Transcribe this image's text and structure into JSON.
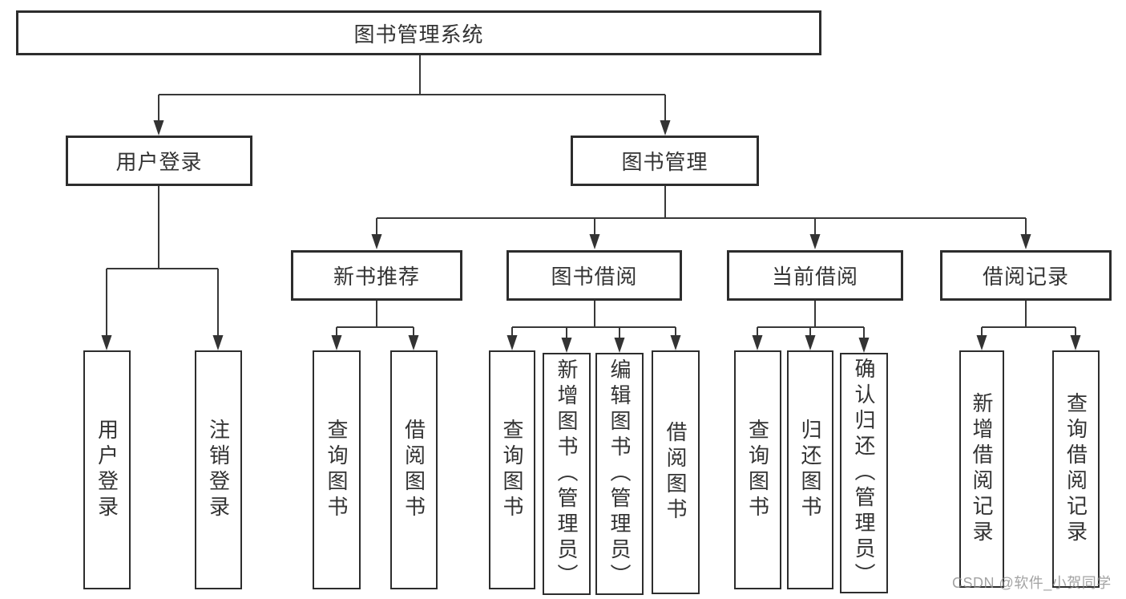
{
  "tree": {
    "root": {
      "label": "图书管理系统",
      "children": [
        {
          "label": "用户登录",
          "children": [
            {
              "label": "用户登录"
            },
            {
              "label": "注销登录"
            }
          ]
        },
        {
          "label": "图书管理",
          "children": [
            {
              "label": "新书推荐",
              "children": [
                {
                  "label": "查询图书"
                },
                {
                  "label": "借阅图书"
                }
              ]
            },
            {
              "label": "图书借阅",
              "children": [
                {
                  "label": "查询图书"
                },
                {
                  "label": "新增图书（管理员）"
                },
                {
                  "label": "编辑图书（管理员）"
                },
                {
                  "label": "借阅图书"
                }
              ]
            },
            {
              "label": "当前借阅",
              "children": [
                {
                  "label": "查询图书"
                },
                {
                  "label": "归还图书"
                },
                {
                  "label": "确认归还（管理员）"
                }
              ]
            },
            {
              "label": "借阅记录",
              "children": [
                {
                  "label": "新增借阅记录"
                },
                {
                  "label": "查询借阅记录"
                }
              ]
            }
          ]
        }
      ]
    }
  },
  "watermark": {
    "text": "CSDN @软件_小贺同学"
  },
  "colors": {
    "background": "#ffffff",
    "line": "#383838",
    "box_border": "#2d2d2d",
    "text": "#333333",
    "watermark": "#8f8f8f"
  }
}
